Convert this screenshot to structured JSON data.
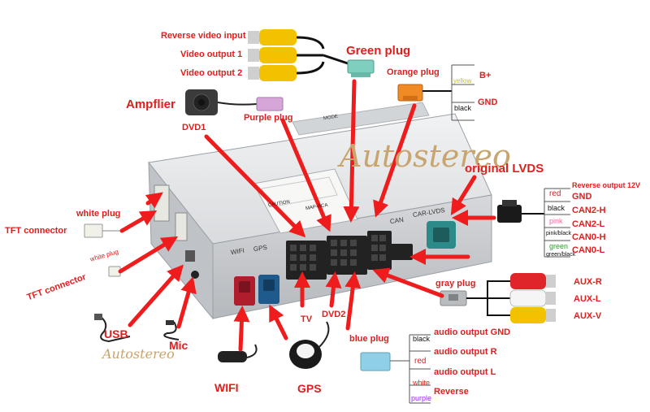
{
  "watermark": "Autostereo",
  "watermark_small": "Autostereo",
  "labels": {
    "reverse_video_input": "Reverse video input",
    "video_output_1": "Video output 1",
    "video_output_2": "Video output 2",
    "green_plug": "Green plug",
    "orange_plug": "Orange plug",
    "b_plus": "B+",
    "yellow": "yellow",
    "gnd_top": "GND",
    "black_top": "black",
    "ampflier": "Ampflier",
    "purple_plug": "Purple plug",
    "dvd1": "DVD1",
    "original_lvds": "original LVDS",
    "reverse_output_12v": "Reverse output 12V",
    "red_wire": "red",
    "gnd_lvds": "GND",
    "black_wire": "black",
    "can2_h": "CAN2-H",
    "pink_wire": "pink",
    "can2_l": "CAN2-L",
    "pink_black": "pink/black",
    "can0_h": "CAN0-H",
    "green_wire": "green",
    "can0_l": "CAN0-L",
    "green_black": "green/black",
    "white_plug": "white plug",
    "tft_connector_1": "TFT connector",
    "white_plug_small": "white plug",
    "tft_connector_2": "TFT connector",
    "gray_plug": "gray plug",
    "aux_r": "AUX-R",
    "aux_l": "AUX-L",
    "aux_v": "AUX-V",
    "usb": "USB",
    "mic": "Mic",
    "tv": "TV",
    "dvd2": "DVD2",
    "blue_plug": "blue plug",
    "black_blue": "black",
    "audio_output_gnd": "audio output GND",
    "audio_output_r": "audio output R",
    "red_blue": "red",
    "audio_output_l": "audio output L",
    "white_blue": "white",
    "reverse": "Reverse",
    "purple_blue": "purple",
    "wifi": "WIFI",
    "gps": "GPS"
  },
  "box_text": {
    "can": "CAN",
    "car_lvds": "CAR-LVDS",
    "wifi": "WIFI",
    "gps": "GPS",
    "caution": "CAUTION",
    "map_rca": "MAP-RCA",
    "mode": "MODE"
  },
  "colors": {
    "red_text": "#e01e1e",
    "arrow": "#ee1c1c",
    "box_top": "#e4e6e8",
    "box_front": "#c9ccd0",
    "rca_yellow": "#f2c200",
    "green_plug": "#7fcfbe",
    "orange_plug": "#f08a24",
    "purple_plug": "#d6a6d8",
    "blue_plug": "#8fd0e6",
    "gray_plug": "#b9bcbf",
    "fakra_red": "#b01e2e",
    "fakra_blue": "#1f5a8c",
    "fakra_teal": "#2c8a88",
    "yellow_label": "#c7c400",
    "pink_label": "#ff5fa2",
    "green_label": "#1ea81e",
    "purple_label": "#a020f0"
  }
}
